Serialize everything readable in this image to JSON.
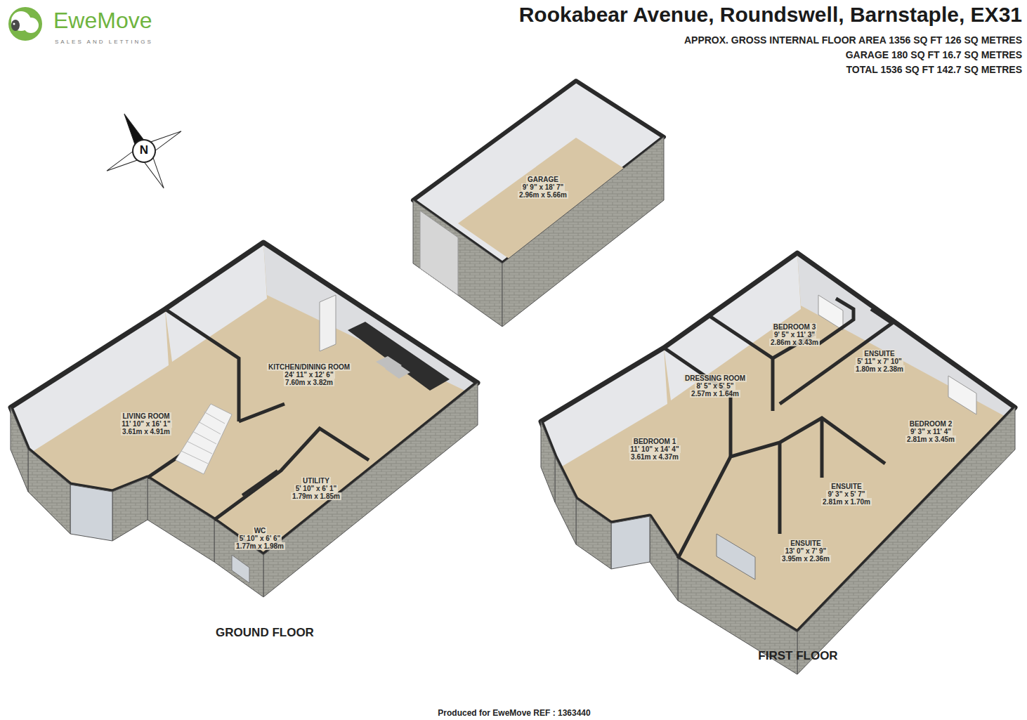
{
  "diagram": {
    "title": "Rookabear Avenue, Roundswell, Barnstaple, EX31",
    "labels": [
      "EweMove",
      "SALES AND LETTINGS",
      "APPROX. GROSS INTERNAL FLOOR AREA 1356 SQ FT 126 SQ METRES",
      "GARAGE 180 SQ FT 16.7 SQ METRES",
      "TOTAL 1536 SQ FT 142.7 SQ METRES",
      "N",
      "GARAGE",
      "9' 9\" x 18' 7\"",
      "2.96m x 5.66m",
      "KITCHEN/DINING ROOM",
      "24' 11\" x 12' 6\"",
      "7.60m x 3.82m",
      "LIVING ROOM",
      "11' 10\" x 16' 1\"",
      "3.61m x 4.91m",
      "UTILITY",
      "5' 10\" x 6' 1\"",
      "1.79m x 1.85m",
      "WC",
      "5' 10\" x 6' 6\"",
      "1.77m x 1.98m",
      "BEDROOM 3",
      "9' 5\" x 11' 3\"",
      "2.86m x 3.43m",
      "ENSUITE",
      "5' 11\" x 7' 10\"",
      "1.80m x 2.38m",
      "DRESSING ROOM",
      "8' 5\" x 5' 5\"",
      "2.57m x 1.64m",
      "BEDROOM 1",
      "11' 10\" x 14' 4\"",
      "3.61m x 4.37m",
      "BEDROOM 2",
      "9' 3\" x 11' 4\"",
      "2.81m x 3.45m",
      "ENSUITE",
      "9' 3\" x 5' 7\"",
      "2.81m x 1.70m",
      "ENSUITE",
      "13' 0\" x 7' 9\"",
      "3.95m x 2.36m",
      "GROUND FLOOR",
      "FIRST FLOOR",
      "Produced for EweMove REF : 1363440"
    ]
  }
}
